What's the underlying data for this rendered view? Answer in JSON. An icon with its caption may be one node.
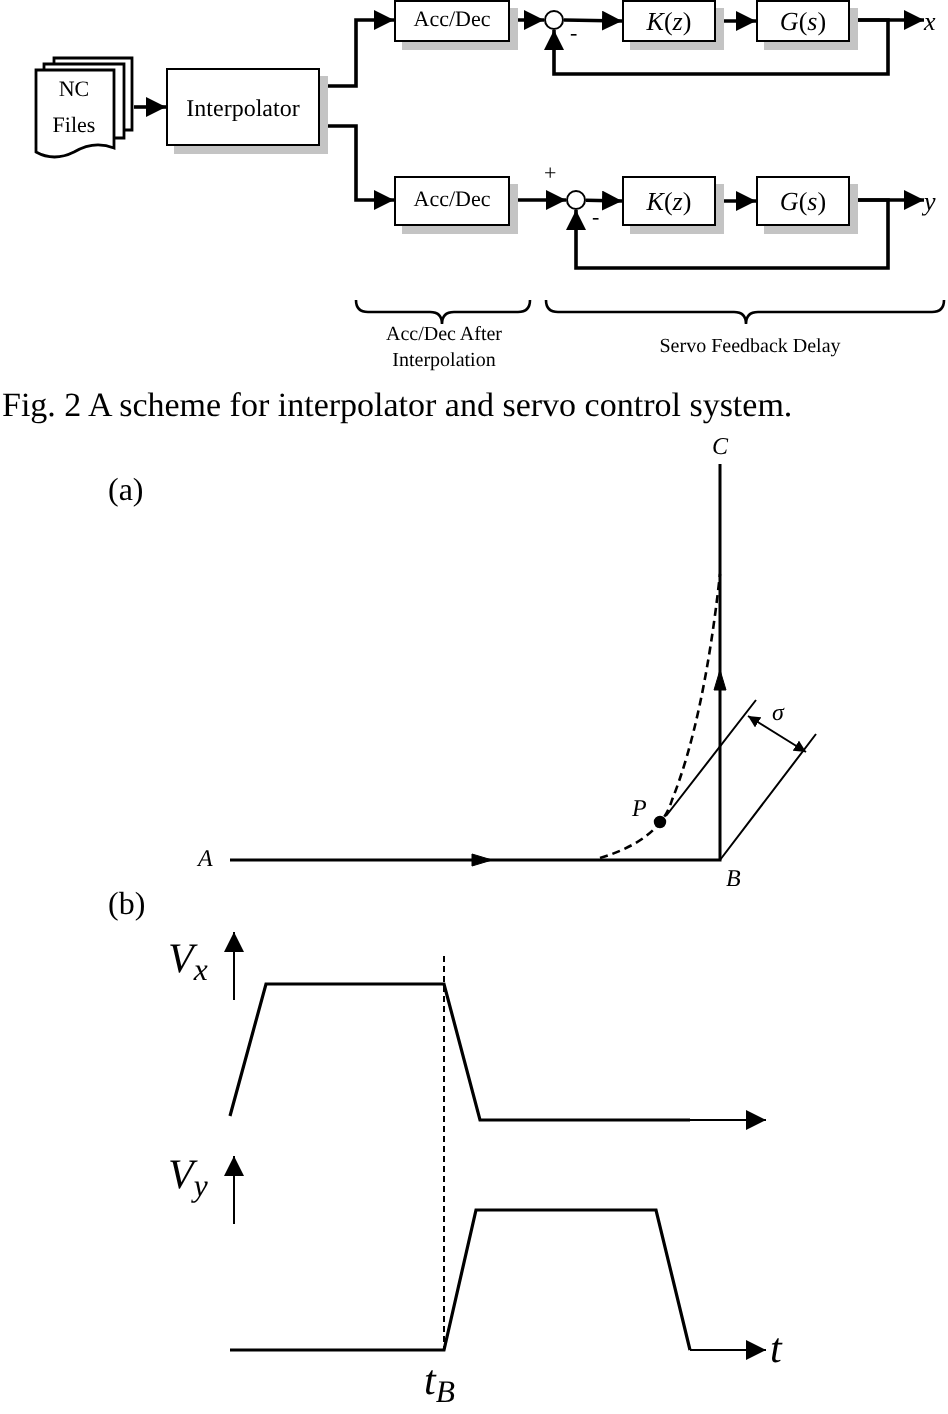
{
  "diagram": {
    "caption": "Fig. 2 A scheme for interpolator and servo control system.",
    "nodes": [
      {
        "text": [
          "NC Files"
        ]
      },
      {
        "text": [
          "Interpolator"
        ]
      },
      {
        "text": [
          "Acc/Dec"
        ]
      },
      {
        "text": [],
        "shape": "circle"
      },
      {
        "text": [
          "*K*(*z*)"
        ]
      },
      {
        "text": [
          "*G*(*s*)"
        ]
      },
      {
        "text": [
          "x"
        ]
      },
      {
        "text": [
          "Acc/Dec"
        ]
      },
      {
        "text": [],
        "shape": "circle"
      },
      {
        "text": [
          "*K*(*z*)"
        ]
      },
      {
        "text": [
          "*G*(*s*)"
        ]
      },
      {
        "text": [
          "y"
        ]
      }
    ],
    "edges": [
      {
        "from": 0,
        "to": 1,
        "arrow": "to"
      },
      {
        "from": 1,
        "to": 2,
        "arrow": "to"
      },
      {
        "from": 1,
        "to": 7,
        "arrow": "to"
      },
      {
        "from": 2,
        "to": 3,
        "arrow": "to"
      },
      {
        "from": 3,
        "to": 4,
        "arrow": "to"
      },
      {
        "from": 4,
        "to": 5,
        "arrow": "to"
      },
      {
        "from": 5,
        "to": 6,
        "arrow": "to"
      },
      {
        "from": 5,
        "to": 3,
        "arrow": "to",
        "label": "-"
      },
      {
        "from": 7,
        "to": 8,
        "arrow": "to",
        "label": "+"
      },
      {
        "from": 8,
        "to": 9,
        "arrow": "to"
      },
      {
        "from": 9,
        "to": 10,
        "arrow": "to"
      },
      {
        "from": 10,
        "to": 11,
        "arrow": "to"
      },
      {
        "from": 10,
        "to": 8,
        "arrow": "to",
        "label": "-"
      }
    ],
    "labels": [
      "Acc/Dec After Interpolation",
      "Servo Feedback Delay",
      "(a)",
      "C",
      "σ",
      "P",
      "A",
      "B",
      "(b)",
      "V$_{x}$",
      "V$_{y}$",
      "t",
      "t$_{B}$"
    ]
  }
}
